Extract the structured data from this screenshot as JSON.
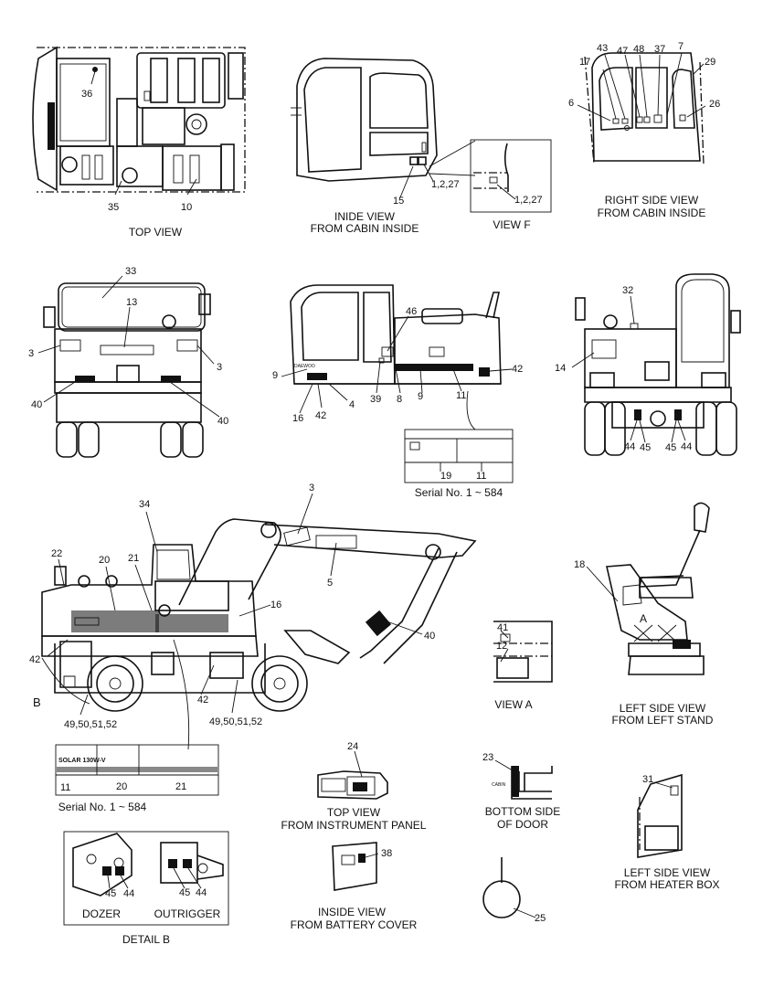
{
  "views": {
    "top_view": {
      "title": "TOP VIEW"
    },
    "inside_view": {
      "line1": "INIDE VIEW",
      "line2": "FROM CABIN INSIDE"
    },
    "view_f": {
      "title": "VIEW  F"
    },
    "right_side_view": {
      "line1": "RIGHT SIDE VIEW",
      "line2": "FROM CABIN INSIDE"
    },
    "rear_serial": {
      "title": "Serial No. 1 ~ 584"
    },
    "side_serial": {
      "title": "Serial No. 1 ~ 584"
    },
    "view_a": {
      "title": "VIEW  A"
    },
    "left_stand": {
      "line1": "LEFT SIDE VIEW",
      "line2": "FROM LEFT STAND"
    },
    "instrument_panel": {
      "line1": "TOP VIEW",
      "line2": "FROM INSTRUMENT PANEL"
    },
    "bottom_door": {
      "line1": "BOTTOM SIDE",
      "line2": "OF DOOR"
    },
    "heater_box": {
      "line1": "LEFT SIDE VIEW",
      "line2": "FROM HEATER BOX"
    },
    "battery_cover": {
      "line1": "INSIDE VIEW",
      "line2": "FROM BATTERY COVER"
    },
    "detail_b": {
      "title": "DETAIL  B",
      "dozer": "DOZER",
      "outrigger": "OUTRIGGER"
    }
  },
  "callouts": {
    "n36": "36",
    "n35": "35",
    "n10": "10",
    "n15": "15",
    "n1_2_27_a": "1,2,27",
    "n1_2_27_b": "1,2,27",
    "n43": "43",
    "n47": "47",
    "n48": "48",
    "n37": "37",
    "n7": "7",
    "n17": "17",
    "n29": "29",
    "n6": "6",
    "n26": "26",
    "n33": "33",
    "n13": "13",
    "n3_left": "3",
    "n3_right": "3",
    "n40_left": "40",
    "n40_right": "40",
    "n46": "46",
    "n9_a": "9",
    "n42_a": "42",
    "n39": "39",
    "n8": "8",
    "n9_b": "9",
    "n11_a": "11",
    "n16_a": "16",
    "n42_b": "42",
    "n4": "4",
    "n19": "19",
    "n11_b": "11",
    "n32": "32",
    "n14": "14",
    "n44_a": "44",
    "n45_a": "45",
    "n45_b": "45",
    "n44_b": "44",
    "n3_boom": "3",
    "n34": "34",
    "n22": "22",
    "n20_a": "20",
    "n21_a": "21",
    "n5": "5",
    "n16_b": "16",
    "n40_arm": "40",
    "n42_c": "42",
    "n42_d": "42",
    "b_label": "B",
    "n49_a": "49,50,51,52",
    "n49_b": "49,50,51,52",
    "n11_c": "11",
    "n20_b": "20",
    "n21_b": "21",
    "n41": "41",
    "n12": "12",
    "a_label": "A",
    "n18": "18",
    "n24": "24",
    "n23": "23",
    "cabin_tag": "CABIN",
    "n31": "31",
    "n38": "38",
    "n25": "25",
    "n45_c": "45",
    "n44_c": "44",
    "n45_d": "45",
    "n44_d": "44",
    "decal_solar": "SOLAR 130W-V",
    "decal_daewoo": "DAEWOO"
  }
}
